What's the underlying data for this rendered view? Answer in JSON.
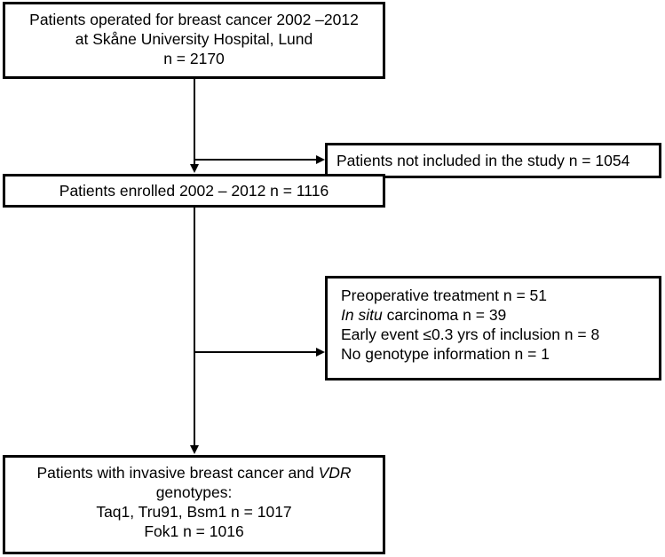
{
  "nodes": {
    "top": {
      "line1": "Patients operated for breast cancer 2002 –2012",
      "line2": "at Skåne University Hospital, Lund",
      "line3": "n = 2170"
    },
    "excluded1": {
      "text": "Patients not included in the study n = 1054"
    },
    "enrolled": {
      "text": "Patients enrolled 2002 – 2012 n = 1116"
    },
    "excluded2": {
      "line1": "Preoperative treatment n = 51",
      "line2_italic": "In situ",
      "line2_rest": " carcinoma n = 39",
      "line3": "Early event ≤0.3 yrs of inclusion n = 8",
      "line4": "No genotype information n = 1"
    },
    "final": {
      "line1_pre": "Patients with invasive breast cancer and ",
      "line1_italic": "VDR",
      "line2": "genotypes:",
      "line3": "Taq1, Tru91, Bsm1  n = 1017",
      "line4": "Fok1  n = 1016"
    }
  },
  "edges": [
    {
      "from": "top",
      "to": "enrolled"
    },
    {
      "from": "top",
      "to": "excluded1"
    },
    {
      "from": "enrolled",
      "to": "final"
    },
    {
      "from": "enrolled",
      "to": "excluded2"
    }
  ]
}
